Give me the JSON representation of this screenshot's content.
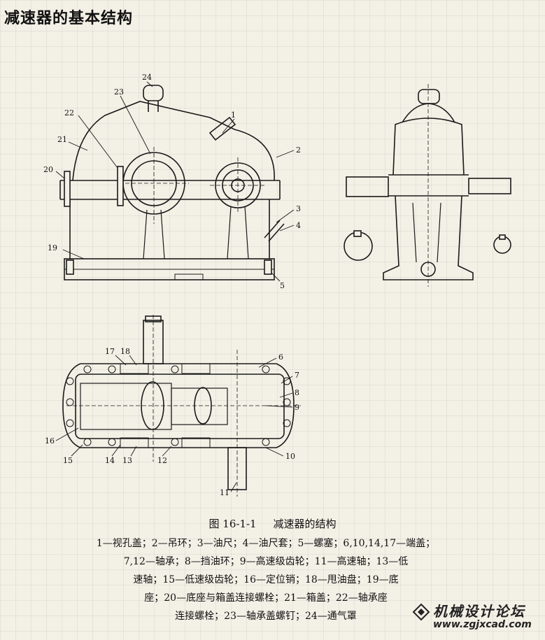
{
  "page_title": "减速器的基本结构",
  "figure": {
    "caption_number": "图 16-1-1",
    "caption_title": "减速器的结构"
  },
  "part_numbers": [
    "1",
    "2",
    "3",
    "4",
    "5",
    "6",
    "7",
    "8",
    "9",
    "10",
    "11",
    "12",
    "13",
    "14",
    "15",
    "16",
    "17",
    "18",
    "19",
    "20",
    "21",
    "22",
    "23",
    "24"
  ],
  "legend_lines": [
    "1—视孔盖；2—吊环；3—油尺；4—油尺套；5—螺塞；6,10,14,17—端盖；",
    "7,12—轴承；8—挡油环；9—高速级齿轮；11—高速轴；13—低",
    "速轴；15—低速级齿轮；16—定位销；18—甩油盘；19—底",
    "座；20—底座与箱盖连接螺栓；21—箱盖；22—轴承座",
    "连接螺栓；23—轴承盖螺钉；24—通气罩"
  ],
  "watermark": {
    "title": "机械设计论坛",
    "url": "www.zgjxcad.com",
    "icon": "diamond-logo-icon"
  }
}
